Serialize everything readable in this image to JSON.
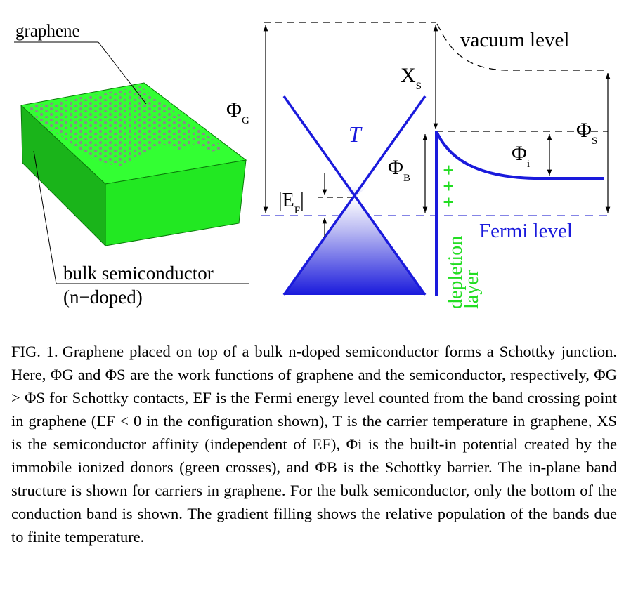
{
  "figure": {
    "labels": {
      "graphene": "graphene",
      "bulk": "bulk semiconductor",
      "ndoped": "(n−doped)",
      "vacuum": "vacuum level",
      "fermi": "Fermi level",
      "depletion": "depletion",
      "layer": "layer",
      "temperature": "T",
      "donors": "+ + +"
    },
    "symbols": {
      "phi_g": "Φ",
      "phi_g_sub": "G",
      "chi_s": "X",
      "chi_s_sub": "S",
      "phi_s": "Φ",
      "phi_s_sub": "S",
      "phi_b": "Φ",
      "phi_b_sub": "B",
      "phi_i": "Φ",
      "phi_i_sub": "i",
      "ef": "|E",
      "ef_sub": "F",
      "ef_close": "|"
    },
    "colors": {
      "band": "#1a1adc",
      "slab": "#22ee22",
      "donor": "#22dd22",
      "lattice": "#8a8a8a"
    }
  },
  "caption": {
    "fig_label": "FIG. 1.",
    "text": "Graphene placed on top of a bulk n-doped semiconductor forms a Schottky junction. Here, ΦG and ΦS are the work functions of graphene and the semiconductor, respectively, ΦG > ΦS for Schottky contacts, EF is the Fermi energy level counted from the band crossing point in graphene (EF < 0 in the configuration shown), T is the carrier temperature in graphene, XS is the semiconductor affinity (independent of EF), Φi is the built-in potential created by the immobile ionized donors (green crosses), and ΦB is the Schottky barrier. The in-plane band structure is shown for carriers in graphene. For the bulk semiconductor, only the bottom of the conduction band is shown. The gradient filling shows the relative population of the bands due to finite temperature."
  }
}
